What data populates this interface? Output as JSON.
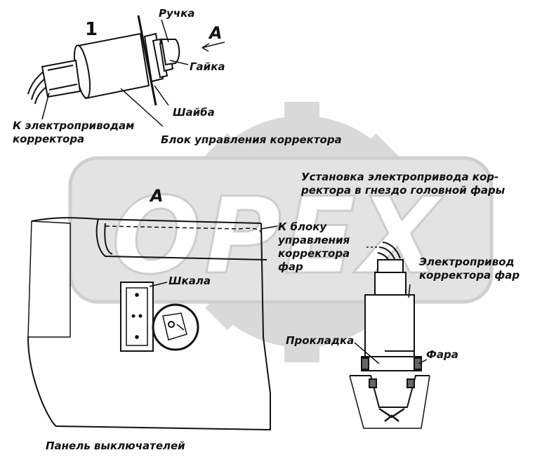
{
  "watermark": {
    "text": "OPEX",
    "color": "#d9d9d9"
  },
  "top_view": {
    "number": "1",
    "view_mark": "A",
    "handle": "Ручка",
    "nut": "Гайка",
    "washer": "Шайба",
    "to_drives": "К электроприводам\nкорректора",
    "control_block": "Блок управления корректора"
  },
  "panel_view": {
    "view_mark": "A",
    "scale": "Шкала",
    "to_block": "К блоку\nуправления\nкорректора\nфар",
    "panel": "Панель выключателей"
  },
  "install_view": {
    "title": "Установка электропривода кор-\nректора в гнездо головной фары",
    "drive": "Электропривод\nкорректора фар",
    "gasket": "Прокладка",
    "headlamp": "Фара"
  }
}
